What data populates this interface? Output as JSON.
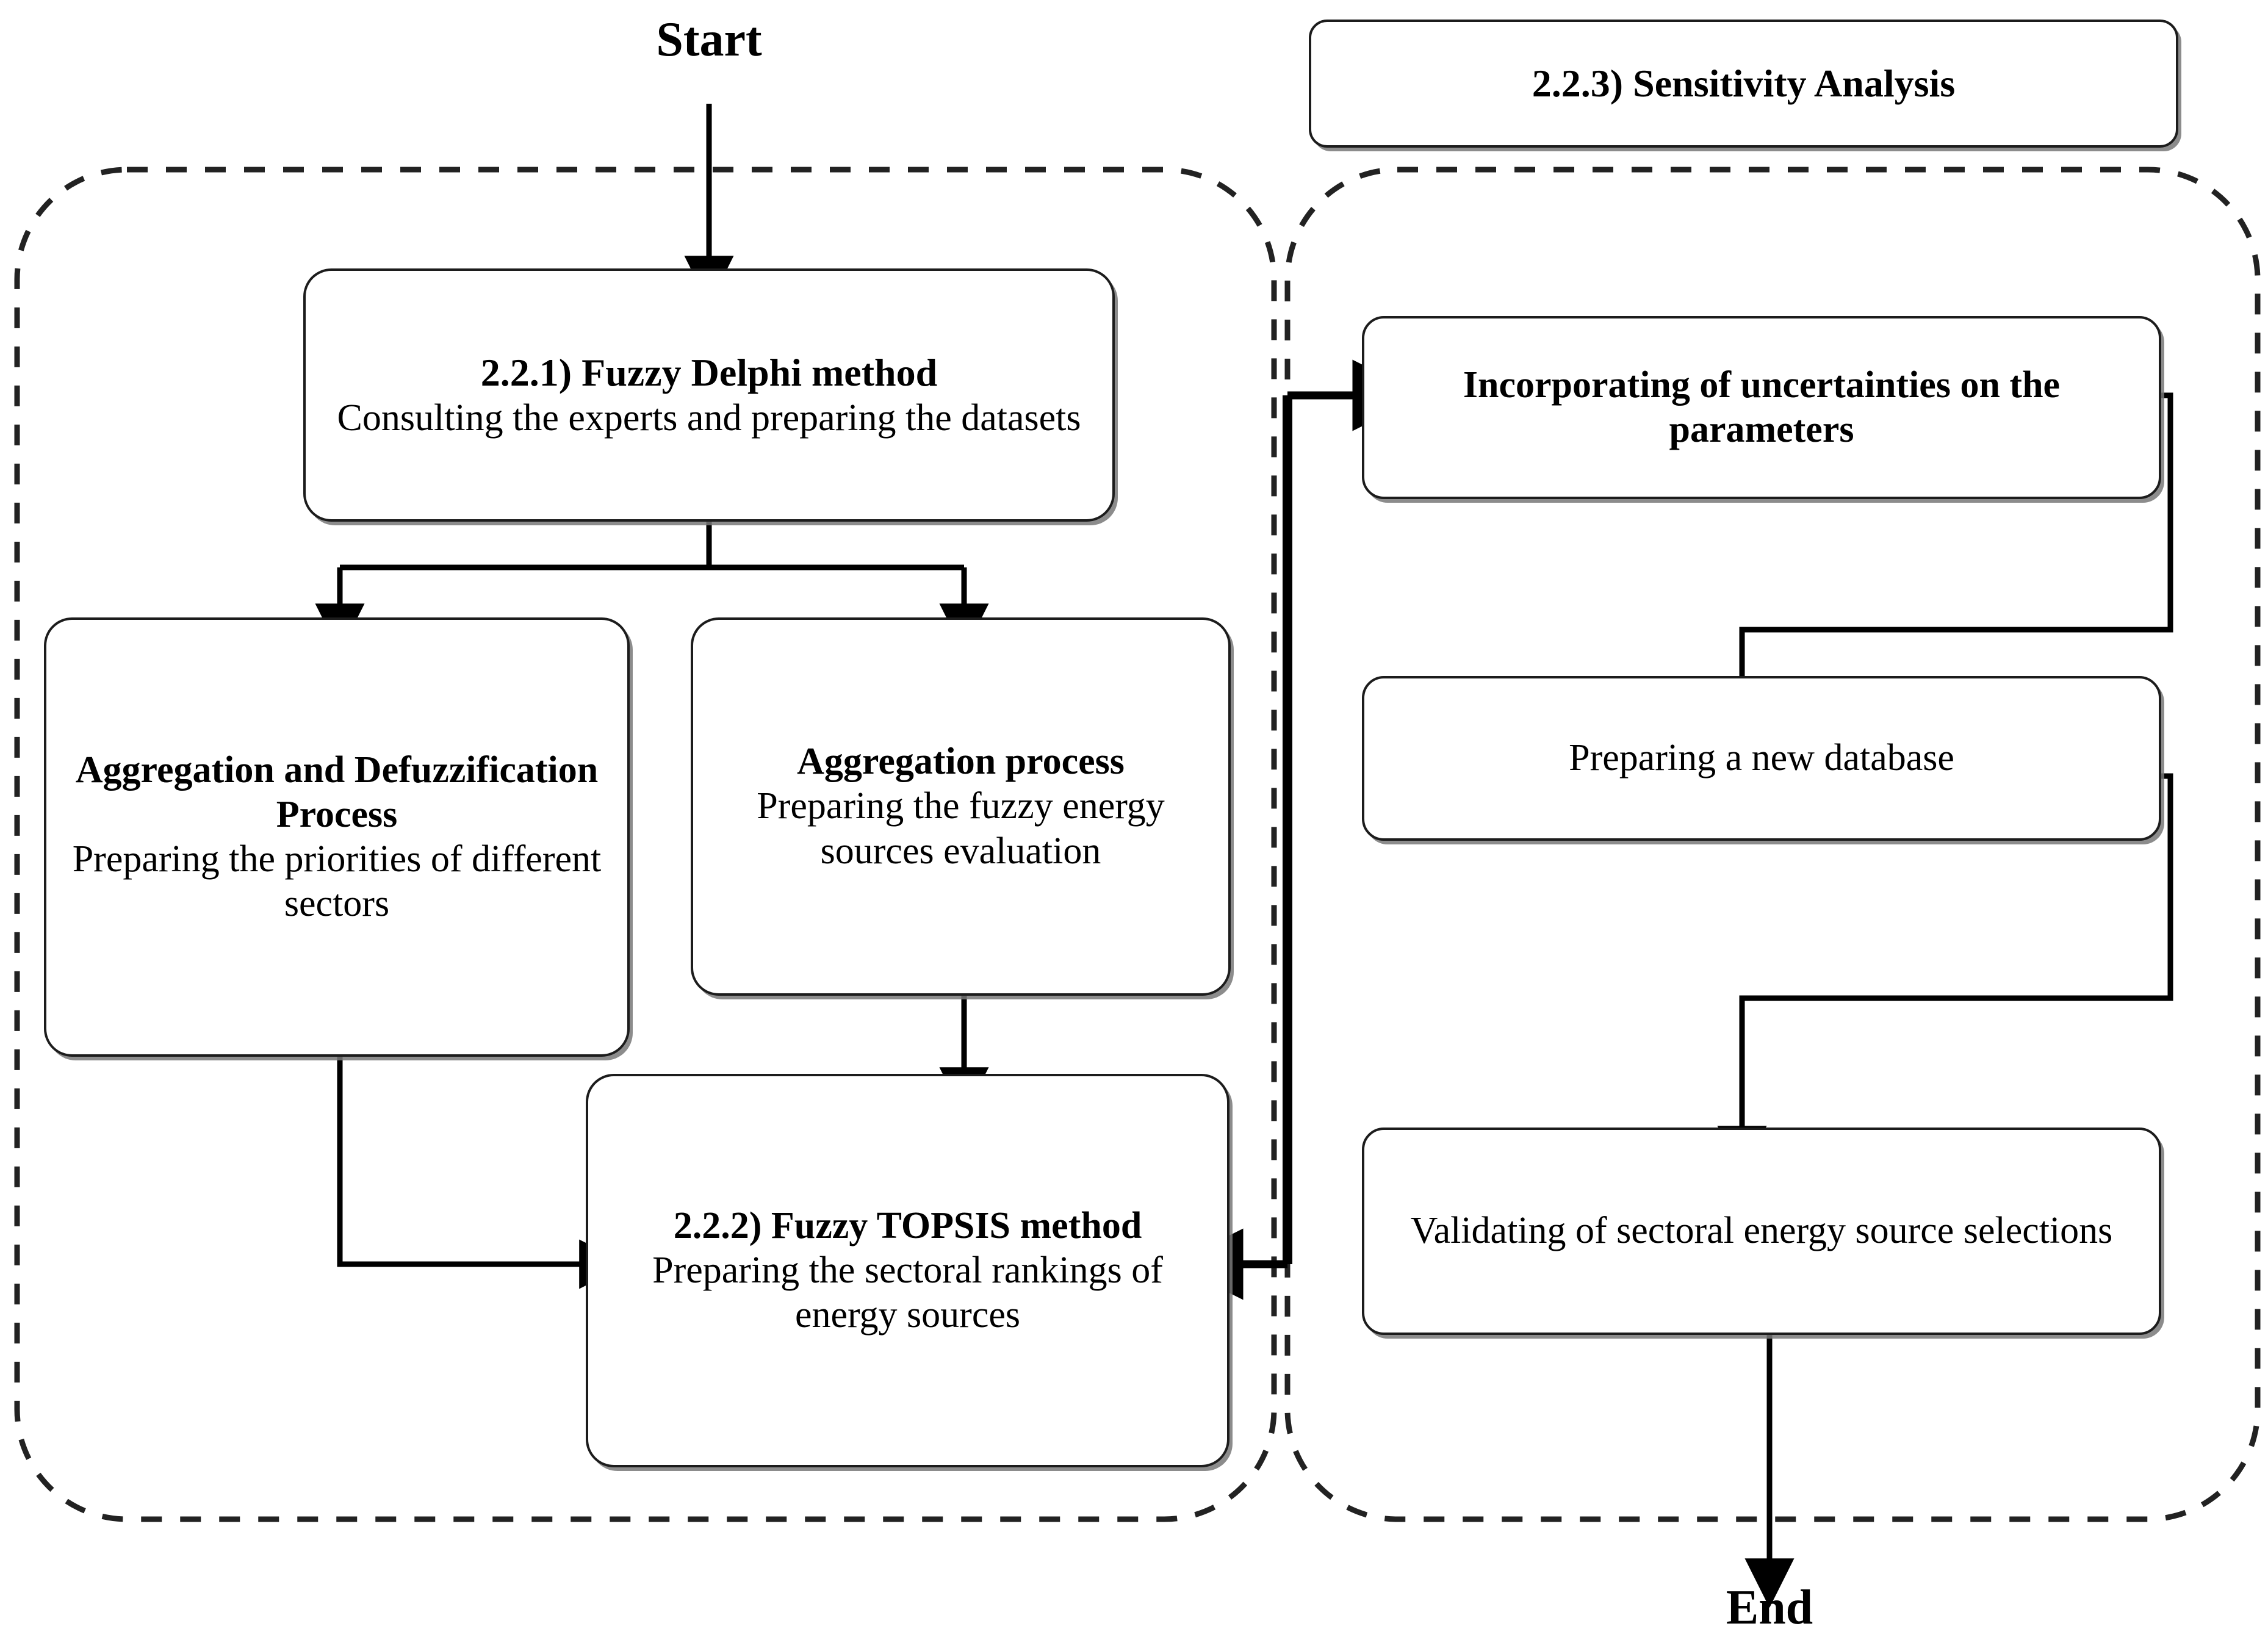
{
  "diagram": {
    "title_start": "Start",
    "title_end": "End",
    "groups": [
      {
        "id": "left-group",
        "label": ""
      },
      {
        "id": "right-group",
        "label": ""
      }
    ],
    "header_box": {
      "title": "2.2.3) Sensitivity Analysis"
    },
    "nodes": [
      {
        "id": "fuzzy-delphi",
        "title": "2.2.1) Fuzzy Delphi method",
        "subtitle": "Consulting the experts and preparing the datasets"
      },
      {
        "id": "aggregation-defuzzification",
        "title": "Aggregation and Defuzzification Process",
        "subtitle": "Preparing the priorities of different sectors"
      },
      {
        "id": "aggregation-process",
        "title": "Aggregation process",
        "subtitle": "Preparing the fuzzy energy sources evaluation"
      },
      {
        "id": "fuzzy-topsis",
        "title": "2.2.2) Fuzzy TOPSIS method",
        "subtitle": "Preparing the sectoral rankings of energy sources"
      },
      {
        "id": "incorporating-uncertainties",
        "title": "Incorporating of uncertainties on the parameters",
        "subtitle": ""
      },
      {
        "id": "preparing-new-database",
        "title": "",
        "subtitle": "Preparing a new database"
      },
      {
        "id": "validating-selections",
        "title": "",
        "subtitle": "Validating of sectoral energy source selections"
      }
    ],
    "colors": {
      "stroke": "#1c1c1c",
      "background": "#ffffff",
      "shadow": "#787878",
      "dashed": "#222222"
    }
  }
}
